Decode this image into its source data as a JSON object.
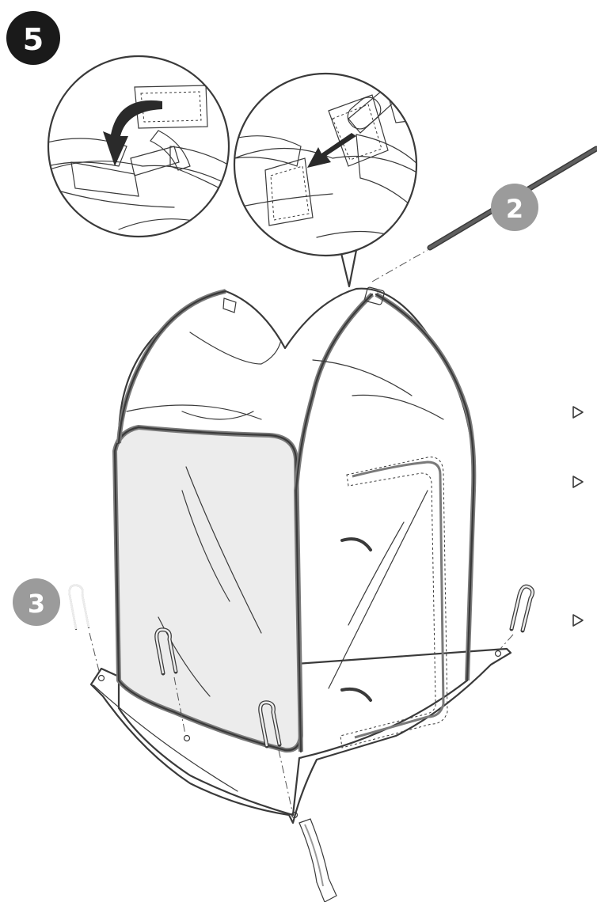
{
  "step": {
    "number": "5"
  },
  "callouts": [
    {
      "id": "pole",
      "number": "2"
    },
    {
      "id": "pegs",
      "number": "3"
    }
  ],
  "colors": {
    "tent_fabric": "#ececec",
    "trim": "#7a7a7a",
    "dark_strap": "#5f5f5f",
    "mid_gray": "#9a9a9a",
    "badge_step": "#1a1a1a",
    "badge_callout": "#9b9b9b",
    "outline": "#3a3a3a"
  },
  "icons": [
    "triangle-bullet-icon",
    "tent-peg-icon",
    "pole-icon",
    "curved-arrow-icon",
    "straight-arrow-icon"
  ]
}
